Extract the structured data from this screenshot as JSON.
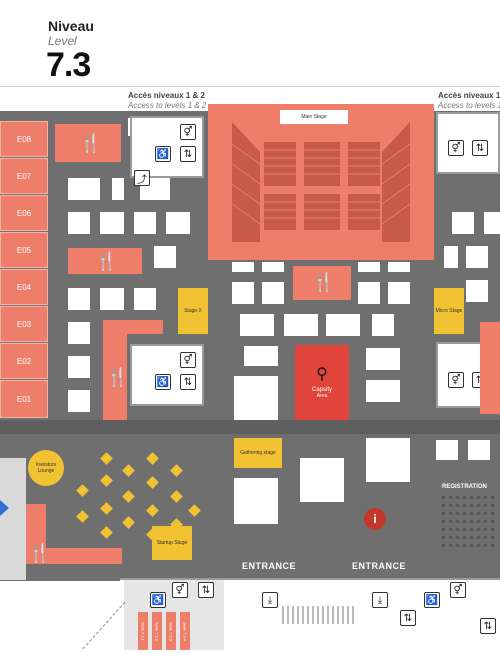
{
  "header": {
    "level_fr": "Niveau",
    "level_en": "Level",
    "level_number": "7.3"
  },
  "access": {
    "left_fr": "Accès niveaux 1 & 2",
    "left_en": "Access to levels 1 & 2",
    "right_fr": "Accès niveaux 1",
    "right_en": "Access to levels 1"
  },
  "rooms": [
    "E08",
    "E07",
    "E06",
    "E05",
    "E04",
    "E03",
    "E02",
    "E01"
  ],
  "venues": {
    "main_stage": "Main Stage",
    "stage_x": "Stage X",
    "micro_stage": "Micro Stage",
    "capsity": "Capsity",
    "capsity_sub": "Area",
    "gathering_stage": "Gathering stage",
    "investors_lounge": "Investors Lounge",
    "startup_stage": "Startup Stage",
    "registration": "REGISTRATION"
  },
  "entrances": [
    "ENTRANCE",
    "ENTRANCE"
  ],
  "salles": [
    "Salle 7.3.1",
    "Salle 7.3.2",
    "Salle 7.3.3",
    "Salle 7.3.4"
  ],
  "colors": {
    "floor": "#6f6f6f",
    "room": "#ee7d6a",
    "highlight": "#f1c232",
    "capsity": "#e0443a",
    "info": "#c0392b"
  },
  "icons": [
    "restaurant-icon",
    "toilet-icon",
    "elevator-icon",
    "stairs-icon",
    "location-pin-icon",
    "info-icon",
    "arrow-left-icon"
  ]
}
